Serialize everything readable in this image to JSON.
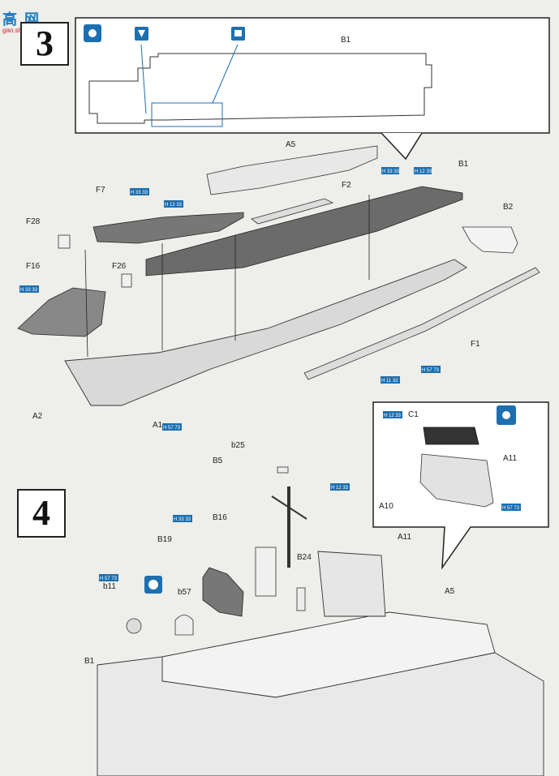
{
  "logo": {
    "title": "高 网",
    "url": "gao.shan.com"
  },
  "steps": {
    "s3": "3",
    "s4": "4"
  },
  "labels": {
    "B1_top": "B1",
    "A5": "A5",
    "B1": "B1",
    "F7": "F7",
    "F2": "F2",
    "B2": "B2",
    "F28": "F28",
    "F26": "F26",
    "F16": "F16",
    "F1": "F1",
    "A2": "A2",
    "A1": "A1",
    "C1": "C1",
    "A11_inset": "A11",
    "A10": "A10",
    "b25": "b25",
    "B5": "B5",
    "B16": "B16",
    "B19": "B19",
    "B24": "B24",
    "A11": "A11",
    "A5_b": "A5",
    "b11": "b11",
    "b57": "b57",
    "B1_b": "B1"
  },
  "paint_codes": {
    "H33": "H 33 33",
    "H12": "H 12 33",
    "H57": "H 57 73",
    "H11": "H 11 32"
  },
  "colors": {
    "paint": "#1c6fb0",
    "hull": "#d9d9d9",
    "deck": "#555555",
    "line": "#222222"
  }
}
